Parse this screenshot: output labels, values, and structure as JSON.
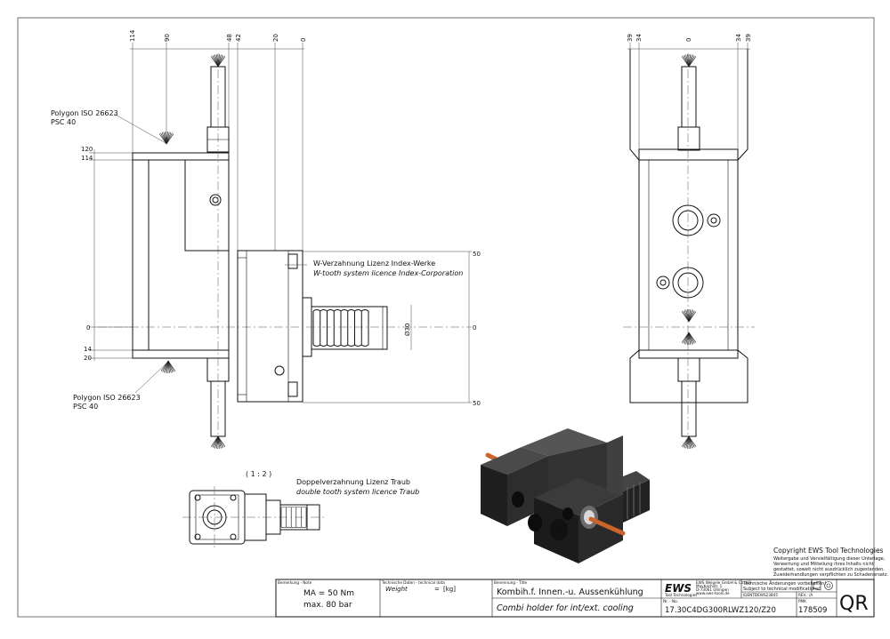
{
  "dims_top_left": [
    "114",
    "90",
    "48",
    "42",
    "20",
    "0"
  ],
  "dims_top_right": [
    "39",
    "34",
    "0",
    "34",
    "39"
  ],
  "dims_left": [
    "120",
    "114",
    "0",
    "14",
    "20"
  ],
  "dims_right": [
    "50",
    "0",
    "50"
  ],
  "diameter_label": "Ø30",
  "polygon_top": {
    "line1": "Polygon ISO 26623",
    "line2": "PSC 40"
  },
  "polygon_bottom": {
    "line1": "Polygon ISO 26623",
    "line2": "PSC 40"
  },
  "w_tooth": {
    "de": "W-Verzahnung Lizenz Index-Werke",
    "en": "W-tooth system licence Index-Corporation"
  },
  "scale_label": "( 1 : 2 )",
  "double_tooth": {
    "de": "Doppelverzahnung Lizenz Traub",
    "en": "double tooth system licence Traub"
  },
  "copyright": {
    "title": "Copyright EWS Tool Technologies",
    "lines": [
      "Weitergabe und Vervielfältigung dieser Unterlage,",
      "Verwertung und Mitteilung ihres Inhalts nicht",
      "gestattet, soweit nicht ausdrücklich zugestanden.",
      "Zuwiderhandlungen verpflichten zu Schadenersatz."
    ]
  },
  "title_block": {
    "remarks_header": "Bemerkung - Note",
    "remark1": "MA = 50 Nm",
    "remark2": "max. 80 bar",
    "tech_header": "Technische Daten - technical data",
    "weight_label": "Weight",
    "weight_eq": "=",
    "weight_unit": "[kg]",
    "designation_header": "Benennung - Title",
    "title_de": "Kombih.f. Innen.-u. Aussenkühlung",
    "title_en": "Combi holder for int/ext. cooling",
    "company_logo": "EWS",
    "company_sub": "Tool Technologies",
    "company_info1": "EWS Weigele GmbH & Co. KG",
    "company_info2": "Maybachstr. 1",
    "company_info3": "D-73061 Uhingen",
    "company_info4": "www.ews-tools.de",
    "changes_de": "Technische Änderungen vorbehalten!",
    "changes_en": "Subject to technical modifications!",
    "ident_label": "IDENT:",
    "ident_value": "DEWS23845",
    "rev_label": "REV.: /A",
    "no_header": "Nr. - No.",
    "part_no": "17.30C4DG300RLWZ120/Z20",
    "pmk_header": "PMK",
    "drawing_no": "178509",
    "qr": "QR"
  }
}
